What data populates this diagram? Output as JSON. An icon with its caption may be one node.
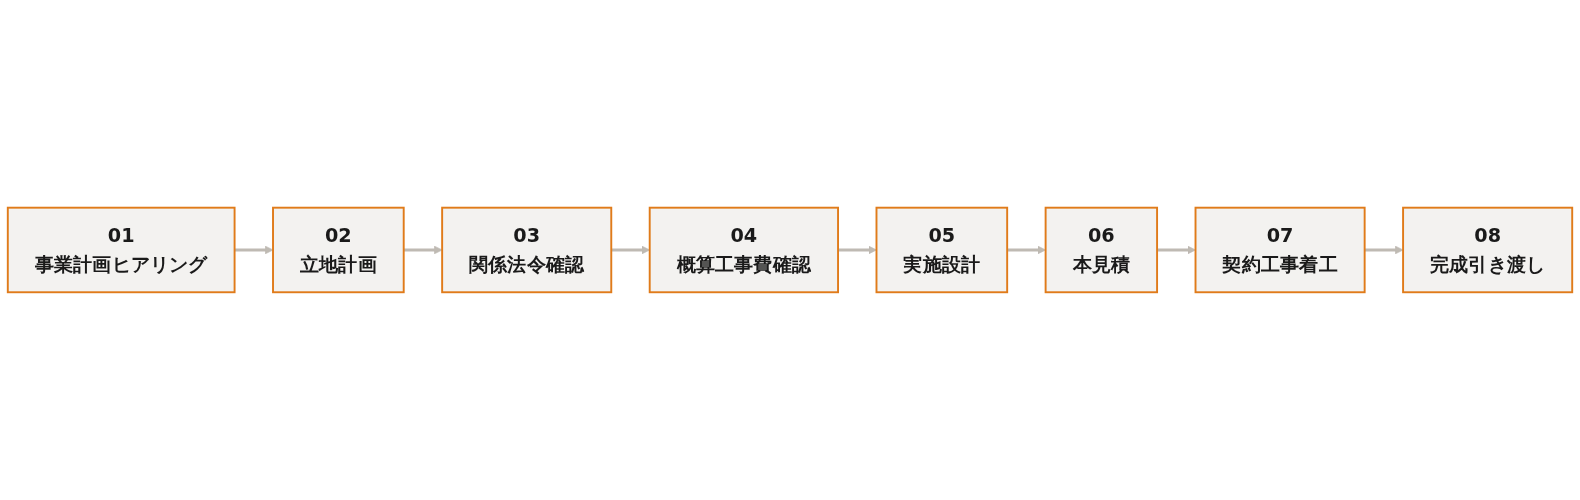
{
  "diagram": {
    "nodes": [
      {
        "text": [
          "01",
          "事業計画ヒアリング"
        ]
      },
      {
        "text": [
          "02",
          "立地計画"
        ]
      },
      {
        "text": [
          "03",
          "関係法令確認"
        ]
      },
      {
        "text": [
          "04",
          "概算工事費確認"
        ]
      },
      {
        "text": [
          "05",
          "実施設計"
        ]
      },
      {
        "text": [
          "06",
          "本見積"
        ]
      },
      {
        "text": [
          "07",
          "契約工事着工"
        ]
      },
      {
        "text": [
          "08",
          "完成引き渡し"
        ]
      }
    ],
    "edges": [
      {
        "from": 0,
        "to": 1,
        "arrow": "to"
      },
      {
        "from": 1,
        "to": 2,
        "arrow": "to"
      },
      {
        "from": 2,
        "to": 3,
        "arrow": "to"
      },
      {
        "from": 3,
        "to": 4,
        "arrow": "to"
      },
      {
        "from": 4,
        "to": 5,
        "arrow": "to"
      },
      {
        "from": 5,
        "to": 6,
        "arrow": "to"
      },
      {
        "from": 6,
        "to": 7,
        "arrow": "to"
      }
    ]
  }
}
